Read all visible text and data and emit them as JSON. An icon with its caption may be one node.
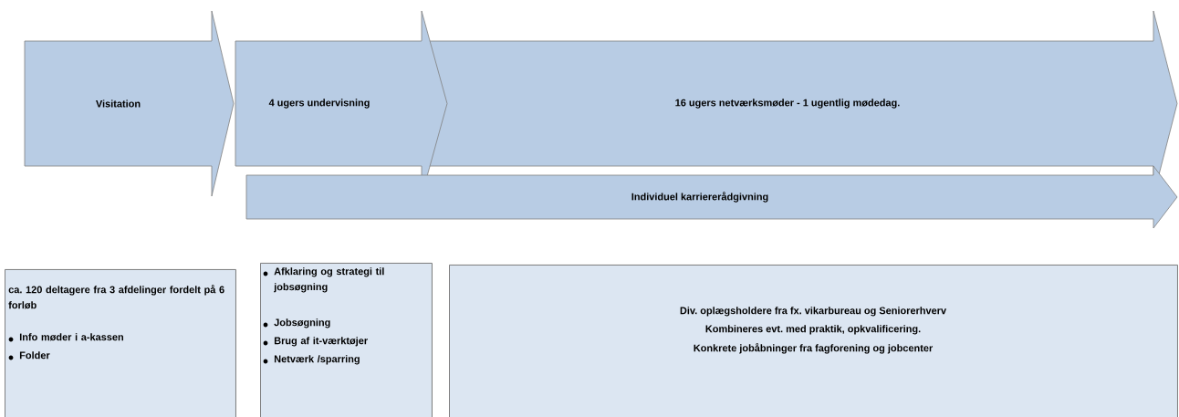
{
  "diagram": {
    "nodes": [
      {
        "text": [
          "Visitation"
        ]
      },
      {
        "text": [
          "4 ugers undervisning"
        ]
      },
      {
        "text": [
          "16 ugers netværksmøder - 1 ugentlig mødedag."
        ]
      },
      {
        "text": [
          "Individuel karriererådgivning"
        ]
      },
      {
        "text": [
          "ca. 120 deltagere fra 3 afdelinger fordelt på 6 forløb",
          "Info møder i a-kassen",
          "Folder"
        ]
      },
      {
        "text": [
          "Afklaring og strategi til jobsøgning",
          "Jobsøgning",
          "Brug af it-værktøjer",
          "Netværk /sparring"
        ]
      },
      {
        "text": [
          "Div. oplægsholdere fra fx. vikarbureau og Seniorerhverv",
          "Kombineres evt. med praktik, opkvalificering.",
          "Konkrete jobåbninger fra fagforening og jobcenter"
        ]
      }
    ],
    "edges": []
  }
}
